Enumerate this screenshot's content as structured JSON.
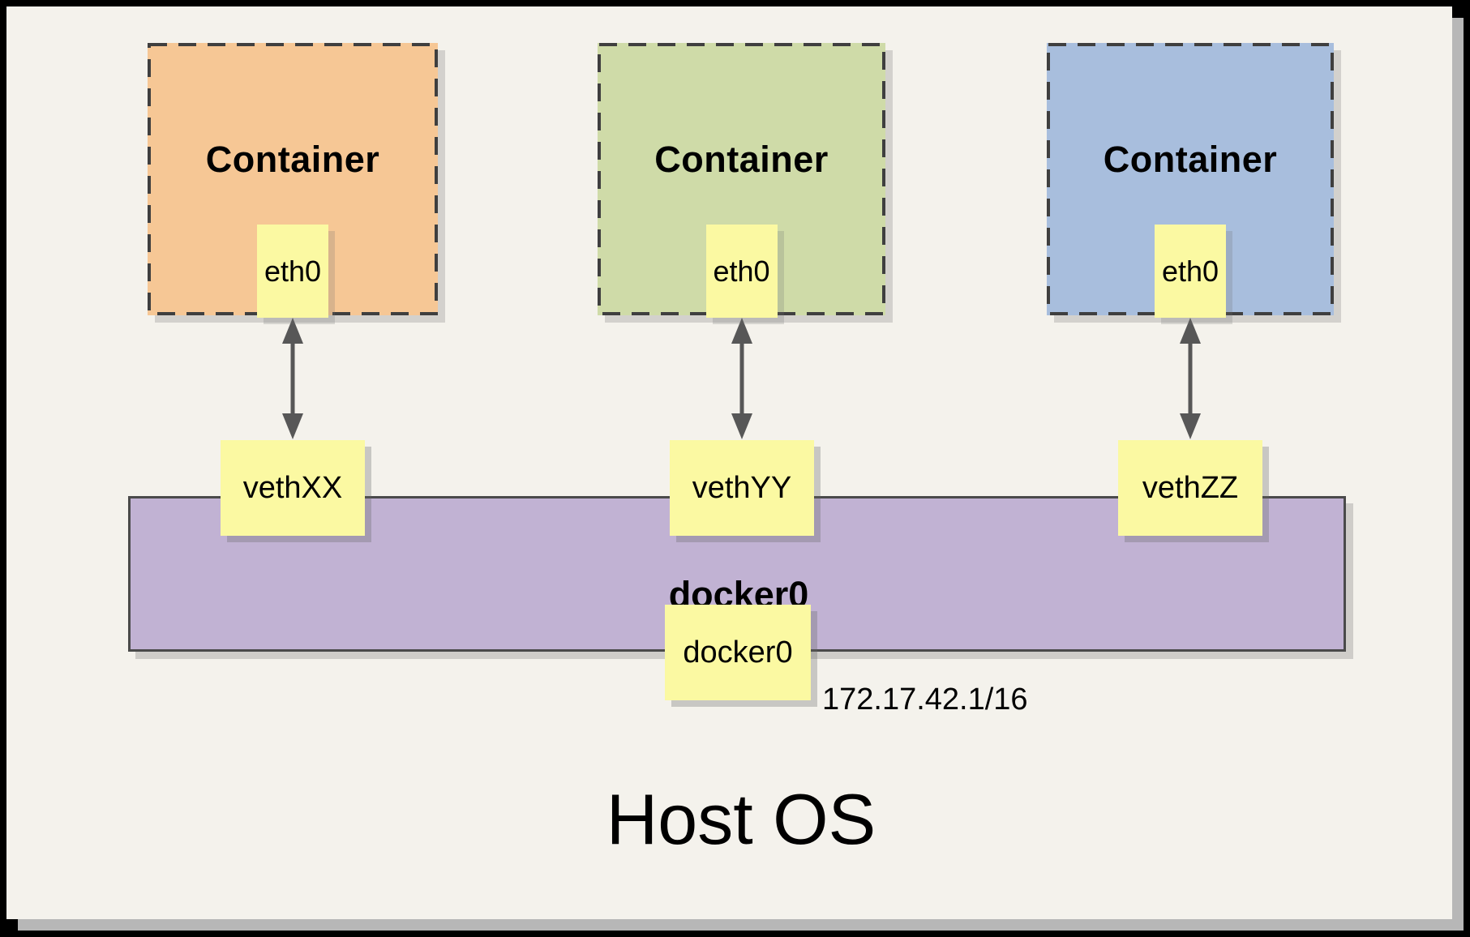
{
  "host": {
    "label": "Host OS"
  },
  "bridge": {
    "label": "docker0",
    "node_label": "docker0",
    "ip": "172.17.42.1/16"
  },
  "containers": [
    {
      "label": "Container",
      "eth_label": "eth0",
      "veth_label": "vethXX"
    },
    {
      "label": "Container",
      "eth_label": "eth0",
      "veth_label": "vethYY"
    },
    {
      "label": "Container",
      "eth_label": "eth0",
      "veth_label": "vethZZ"
    }
  ],
  "colors": {
    "container_orange": "#F6C795",
    "container_green": "#CFDBA8",
    "container_blue": "#A8BEDD",
    "node_yellow": "#FBF9A2",
    "bridge_purple": "#C1B2D3",
    "background": "#F4F2EC",
    "frame_black": "#000000",
    "arrow_gray": "#575757",
    "dash_border": "#3F3F3F"
  }
}
